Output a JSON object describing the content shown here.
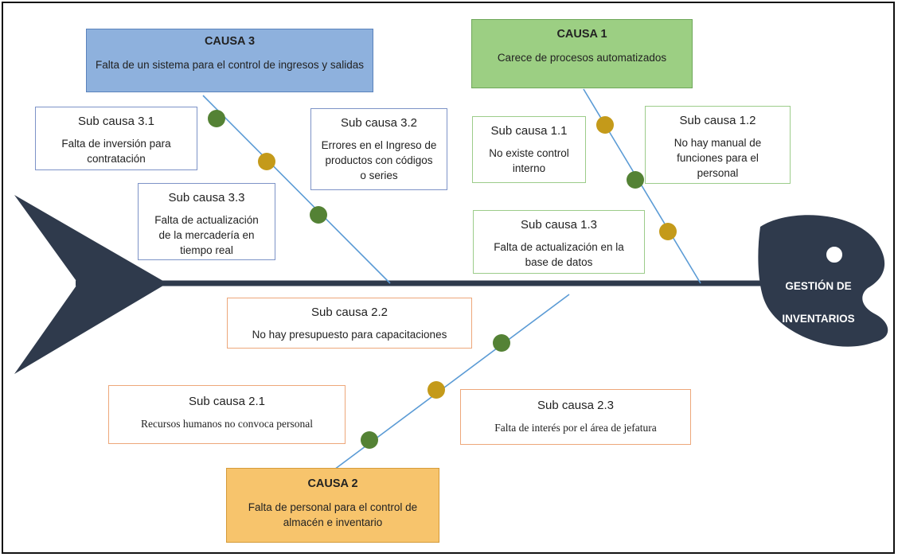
{
  "colors": {
    "fish": "#2f3a4c",
    "bone_line": "#5b9bd5",
    "dot_green": "#548235",
    "dot_gold": "#c49a1a",
    "cause1_fill": "#9ccf83",
    "cause2_fill": "#f7c46c",
    "cause3_fill": "#8eb1dd"
  },
  "effect": {
    "line1": "GESTIÓN DE",
    "line2": "INVENTARIOS"
  },
  "causes": {
    "c1": {
      "title": "CAUSA 1",
      "text": "Carece de procesos automatizados"
    },
    "c2": {
      "title": "CAUSA 2",
      "text": "Falta de personal para el control de almacén e inventario"
    },
    "c3": {
      "title": "CAUSA 3",
      "text": "Falta de un sistema para el control de ingresos y salidas"
    }
  },
  "subcauses": {
    "s11": {
      "title": "Sub causa 1.1",
      "text": "No existe control interno"
    },
    "s12": {
      "title": "Sub causa 1.2",
      "text": "No hay manual de funciones para el personal"
    },
    "s13": {
      "title": "Sub causa 1.3",
      "text": "Falta de actualización en la base de datos"
    },
    "s21": {
      "title": "Sub causa 2.1",
      "text": "Recursos humanos no convoca personal"
    },
    "s22": {
      "title": "Sub causa 2.2",
      "text": "No hay presupuesto para capacitaciones"
    },
    "s23": {
      "title": "Sub causa 2.3",
      "text": "Falta de interés por el área de jefatura"
    },
    "s31": {
      "title": "Sub causa 3.1",
      "text": "Falta de inversión para contratación"
    },
    "s32": {
      "title": "Sub causa 3.2",
      "text": "Errores en el Ingreso de productos con códigos o series"
    },
    "s33": {
      "title": "Sub causa 3.3",
      "text": "Falta de actualización de la mercadería en tiempo real"
    }
  }
}
